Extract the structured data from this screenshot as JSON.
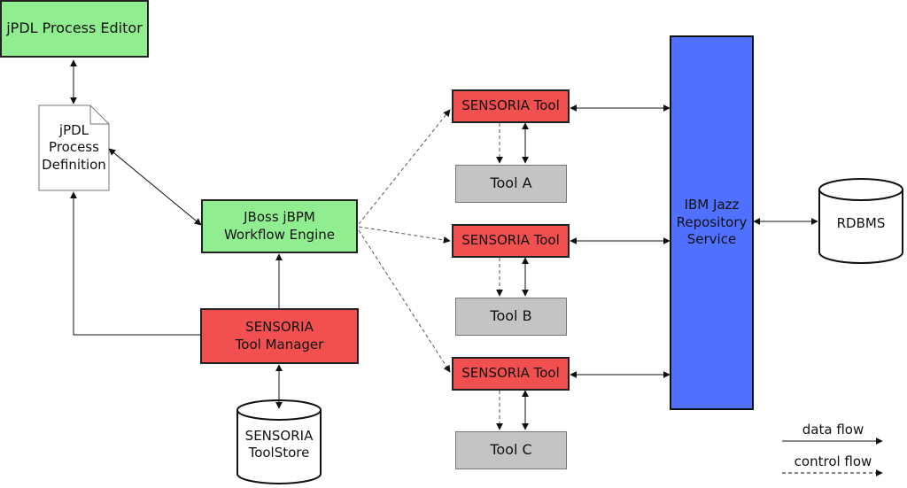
{
  "nodes": {
    "editor": "jPDL Process Editor",
    "definition": "jPDL\nProcess\nDefinition",
    "engine": "JBoss jBPM\nWorkflow Engine",
    "manager": "SENSORIA\nTool Manager",
    "toolstore": "SENSORIA\nToolStore",
    "sensoria_tool_1": "SENSORIA Tool",
    "sensoria_tool_2": "SENSORIA Tool",
    "sensoria_tool_3": "SENSORIA Tool",
    "tool_a": "Tool A",
    "tool_b": "Tool B",
    "tool_c": "Tool C",
    "jazz": "IBM Jazz\nRepository\nService",
    "rdbms": "RDBMS"
  },
  "legend": {
    "data_flow": "data flow",
    "control_flow": "control flow"
  },
  "colors": {
    "green": "#90ee90",
    "red": "#f25050",
    "grey": "#c4c4c4",
    "blue": "#5070ff"
  }
}
